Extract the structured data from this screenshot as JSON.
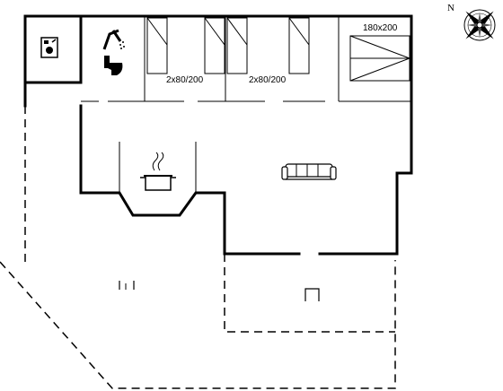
{
  "compass": {
    "north_label": "N"
  },
  "beds": {
    "double_bed_label": "180x200",
    "bunk_room_1_label": "2x80/200",
    "bunk_room_2_label": "2x80/200"
  },
  "icons": {
    "washer": "washing-machine-icon",
    "shower": "shower-icon",
    "toilet": "toilet-icon",
    "stove": "cooking-pot-icon",
    "sofa": "sofa-icon",
    "grill": "terrace-chairs-icon"
  }
}
